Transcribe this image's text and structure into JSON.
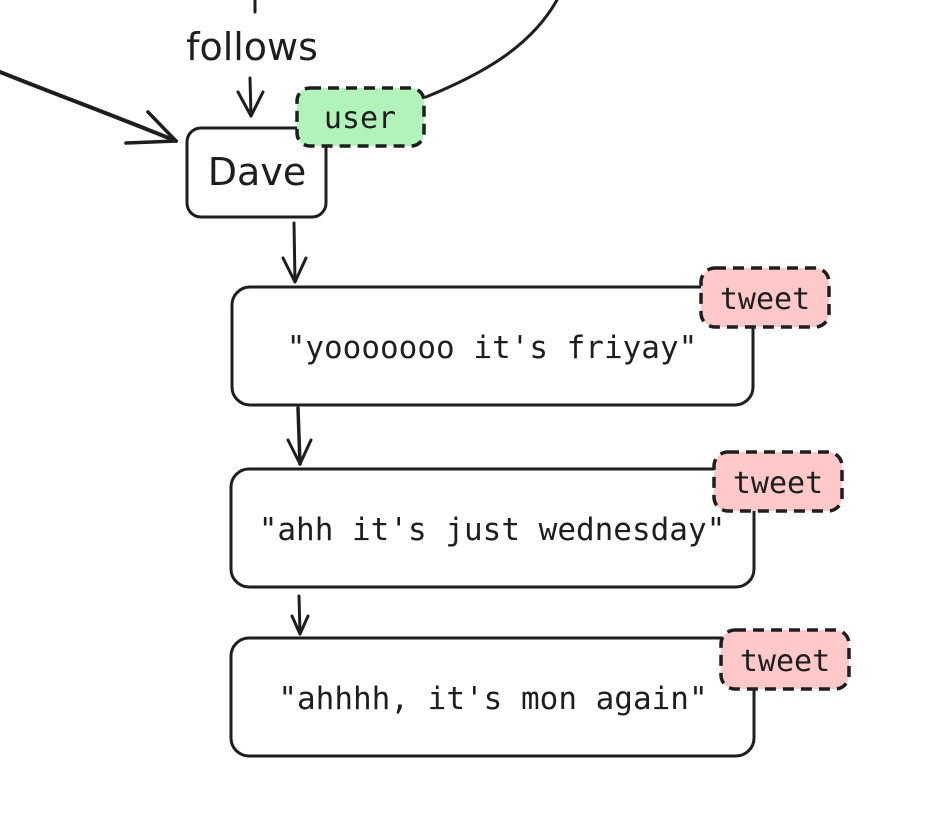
{
  "edge_label": "follows",
  "user_node": {
    "name": "Dave",
    "tag": "user"
  },
  "tweets": [
    {
      "text": "\"yooooooo it's friyay\"",
      "tag": "tweet"
    },
    {
      "text": "\"ahh it's just wednesday\"",
      "tag": "tweet"
    },
    {
      "text": "\"ahhhh, it's mon again\"",
      "tag": "tweet"
    }
  ],
  "colors": {
    "user_tag_fill": "#b2f2bb",
    "tweet_tag_fill": "#ffc9c9",
    "stroke": "#1e1e1e",
    "background": "#ffffff"
  }
}
